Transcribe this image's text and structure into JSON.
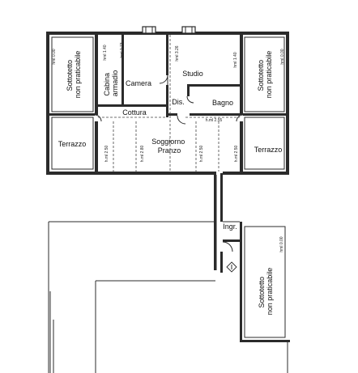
{
  "rooms": {
    "sottotetto_left": [
      "Sottotetto",
      "non praticabile"
    ],
    "sottotetto_right": [
      "Sottotetto",
      "non praticabile"
    ],
    "sottotetto_lower": [
      "Sottotetto",
      "non praticabile"
    ],
    "cabina": [
      "Cabina",
      "armadio"
    ],
    "camera": "Camera",
    "studio": "Studio",
    "dis": "Dis.",
    "bagno": "Bagno",
    "cottura": "Cottura",
    "soggiorno": [
      "Soggiorno",
      "Pranzo"
    ],
    "terrazzo_left": "Terrazzo",
    "terrazzo_right": "Terrazzo",
    "ingr": "Ingr."
  },
  "heights": {
    "sott_left": "hml 0.00",
    "sott_right": "hml 0.00",
    "cab_1": "hml 1.40",
    "cab_2": "hml 1.73",
    "studio_1": "hml 3.26",
    "studio_2": "hml 1.40",
    "bagno": "h.ml 2.55",
    "terr_left": "h.ml 2.50",
    "sogg_1": "h.ml 2.80",
    "sogg_2": "h.ml 2.50",
    "terr_right": "h.ml 2.50",
    "sott_lower": "hml 0.00"
  }
}
